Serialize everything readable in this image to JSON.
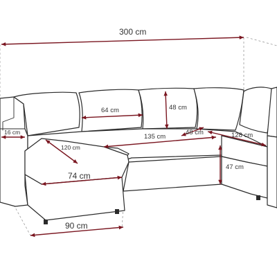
{
  "dimensions": {
    "total_length": "300 cm",
    "armrest_width": "16 cm",
    "footrest_depth": "120 cm",
    "footrest_width": "74 cm",
    "base_depth": "90 cm",
    "back_cushion_width": "64 cm",
    "back_height": "48 cm",
    "seat_width": "135 cm",
    "seat_depth": "48 cm",
    "corner_depth": "128 cm",
    "seat_height": "47 cm"
  },
  "colors": {
    "dimension_line": "#7a1620",
    "outline": "#2b2b2b",
    "text": "#333333"
  }
}
